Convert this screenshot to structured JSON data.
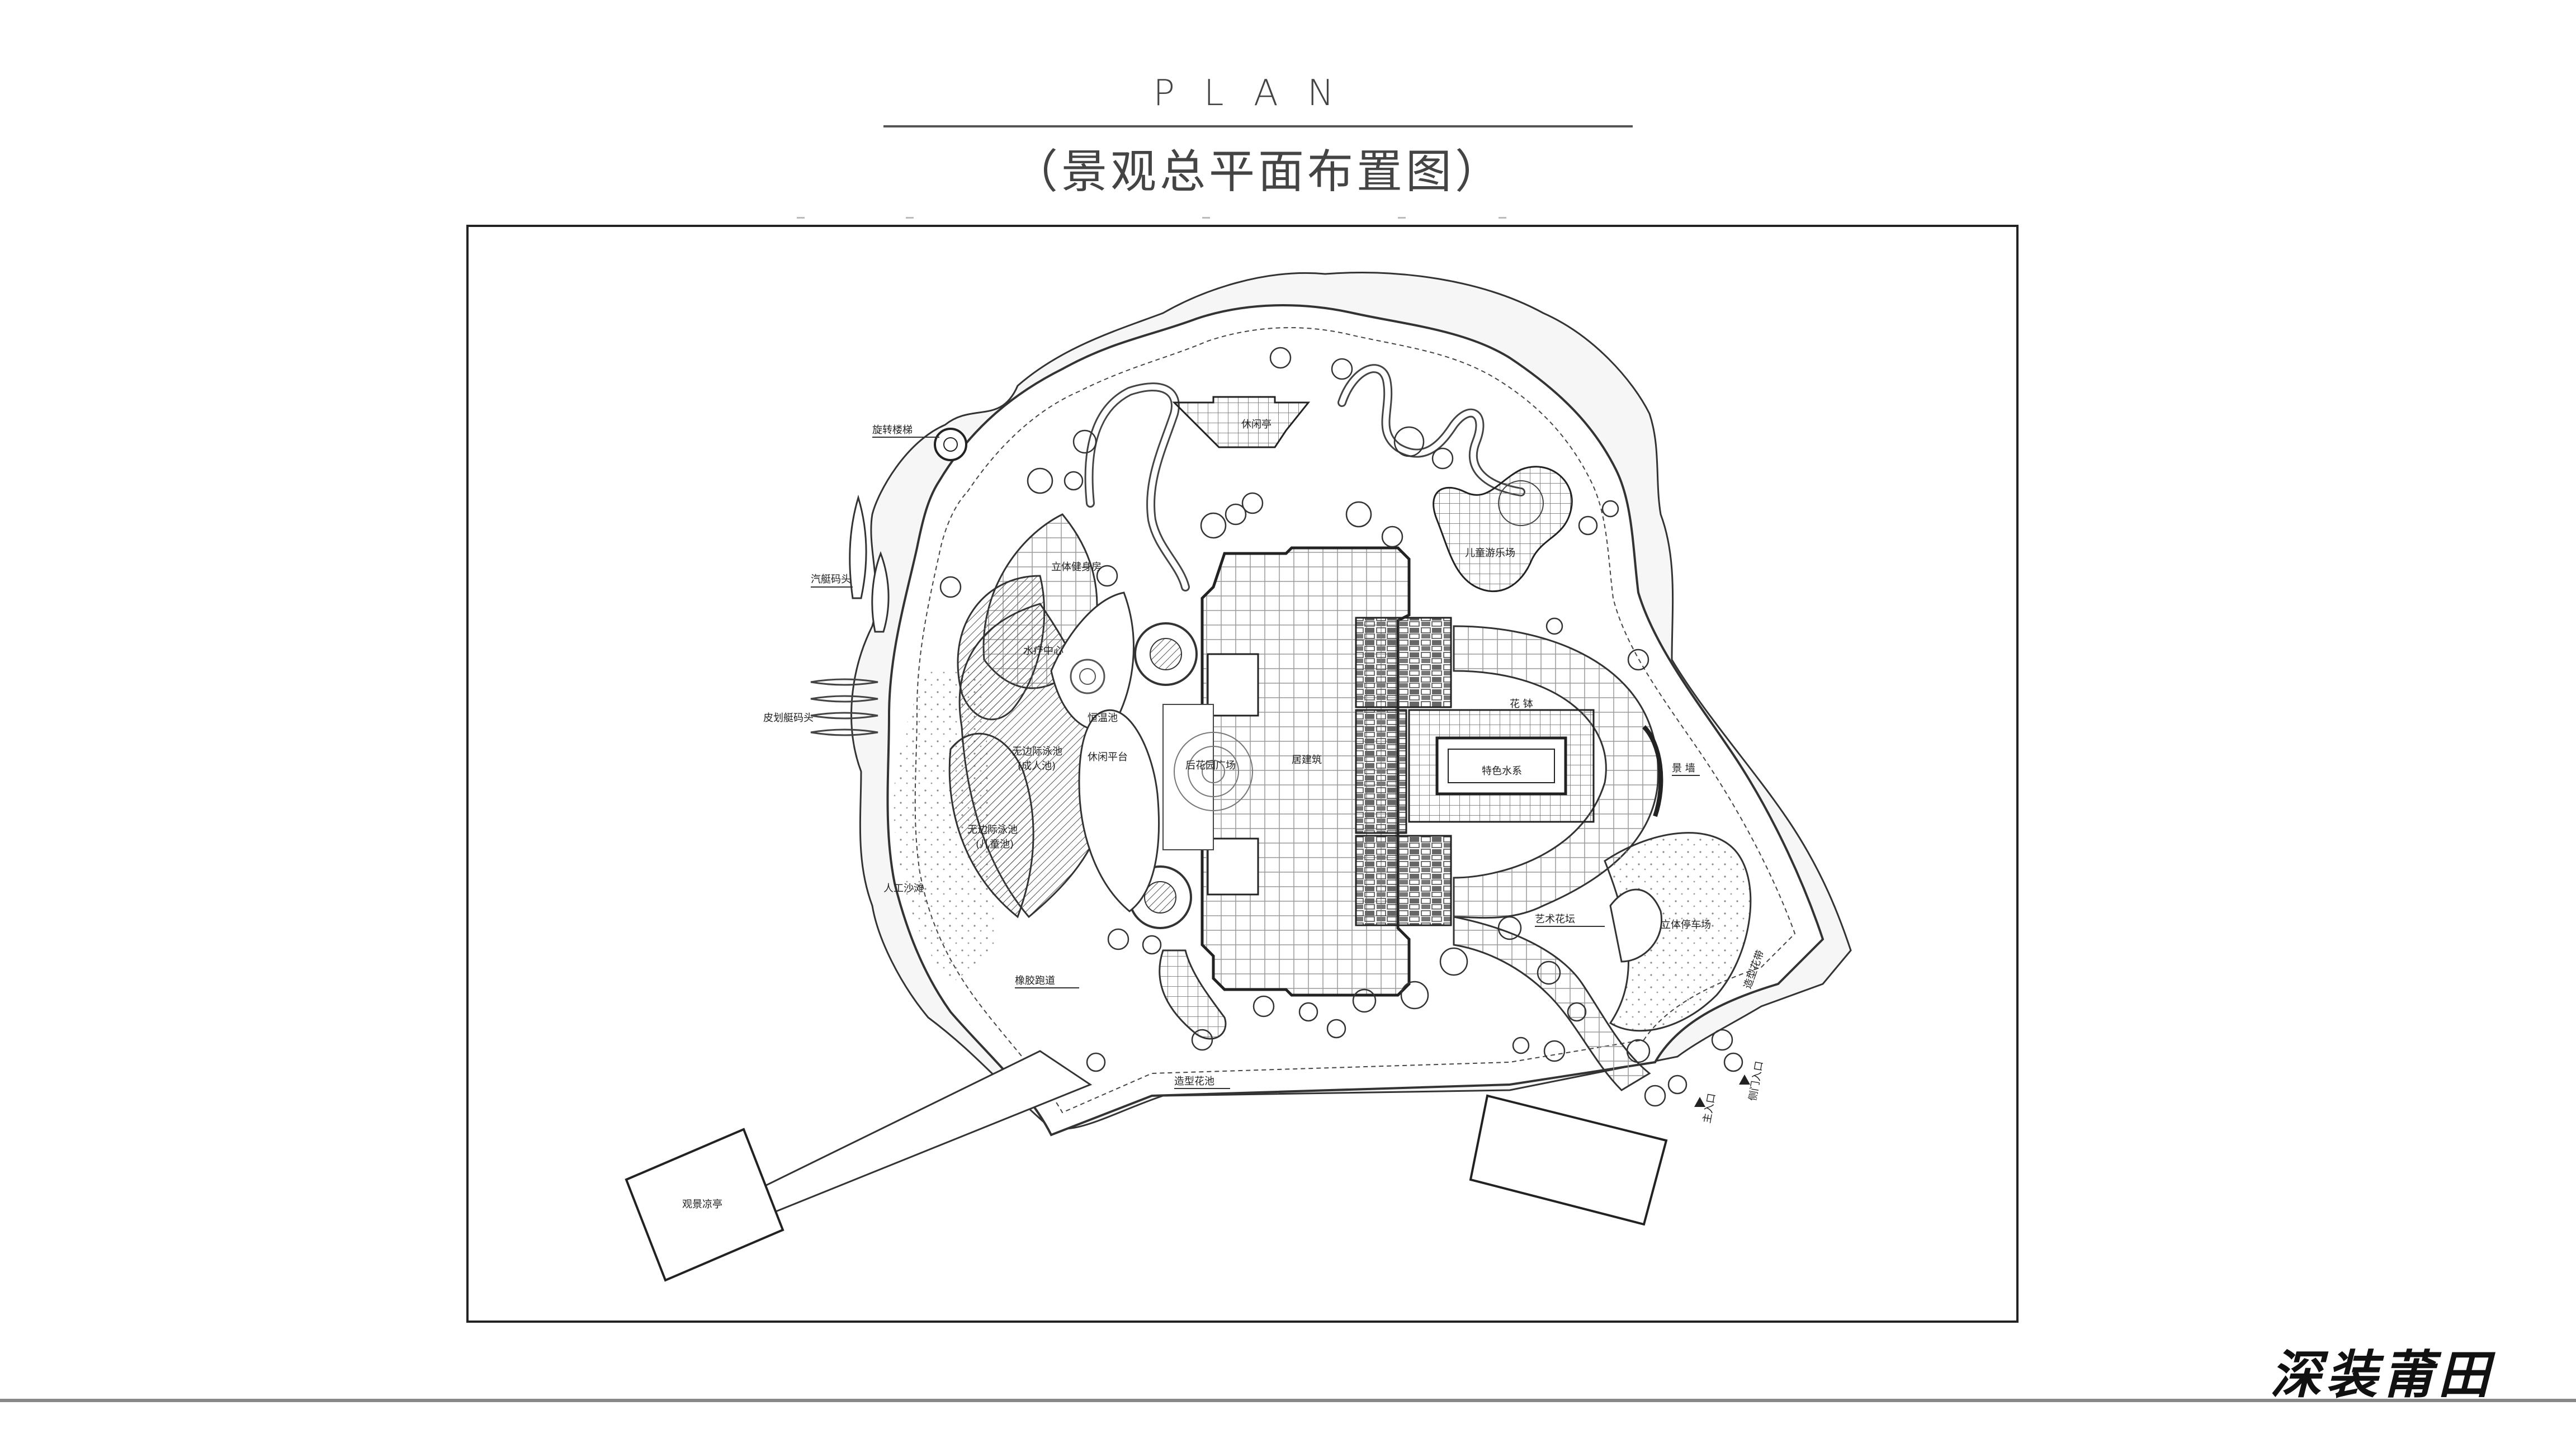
{
  "header": {
    "title": "PLAN",
    "subtitle": "（景观总平面布置图）"
  },
  "labels": {
    "spiral_stair": "旋转楼梯",
    "plaza_top": "休闲亭",
    "fitness_room": "立体健身房",
    "kids_playground": "儿童游乐场",
    "yacht_dock": "汽艇码头",
    "bath_center": "水疗中心",
    "constant_temp_pool": "恒温池",
    "canoe_dock": "皮划艇码头",
    "infinity_pool_adult": "无边际泳池",
    "adult_pool": "(成人池)",
    "leisure_deck": "休闲平台",
    "rear_garden_plaza": "后花园广场",
    "main_building": "居建筑",
    "flower_bed": "花 钵",
    "feature_water": "特色水系",
    "scene_wall": "景 墙",
    "infinity_pool_kids": "无边际泳池",
    "kids_pool": "(儿童池)",
    "artificial_beach": "人工沙滩",
    "art_garden": "艺术花坛",
    "stereo_parking": "立体停车场",
    "rubber_track": "橡胶跑道",
    "shaped_flower_pool": "造型花池",
    "shaped_flower_belt": "造型花带",
    "main_entrance": "主入口",
    "side_entrance": "侧门入口",
    "view_pavilion": "观景凉亭"
  },
  "signature": "深装莆田",
  "colors": {
    "line": "#222222",
    "hatch": "#555555",
    "frame": "#222222"
  }
}
